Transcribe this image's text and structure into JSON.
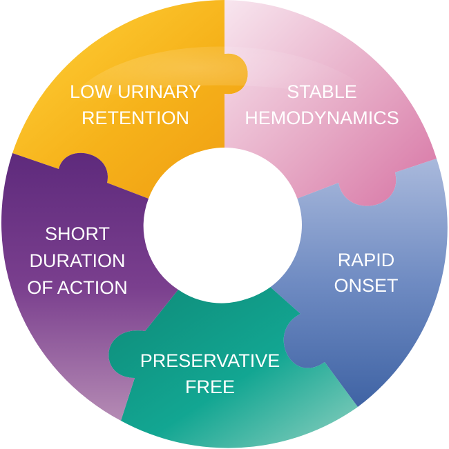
{
  "segments": [
    {
      "id": "low-urinary-retention",
      "lines": [
        "LOW URINARY",
        "RETENTION"
      ],
      "color": "#f6b21a",
      "color_light": "#ffd23a",
      "color_dark": "#ef9c12"
    },
    {
      "id": "stable-hemodynamics",
      "lines": [
        "STABLE",
        "HEMODYNAMICS"
      ],
      "color": "#e6a9c5",
      "color_light": "#f8e6ef",
      "color_dark": "#d774a4"
    },
    {
      "id": "rapid-onset",
      "lines": [
        "RAPID",
        "ONSET"
      ],
      "color": "#6f8bc2",
      "color_light": "#a9b9dc",
      "color_dark": "#3f63a4"
    },
    {
      "id": "preservative-free",
      "lines": [
        "PRESERVATIVE",
        "FREE"
      ],
      "color": "#12a692",
      "color_light": "#8fd0c0",
      "color_dark": "#0f8a78"
    },
    {
      "id": "short-duration-of-action",
      "lines": [
        "SHORT",
        "DURATION",
        "OF ACTION"
      ],
      "color": "#7a3f8e",
      "color_light": "#b58bb4",
      "color_dark": "#5e2a7c"
    }
  ]
}
